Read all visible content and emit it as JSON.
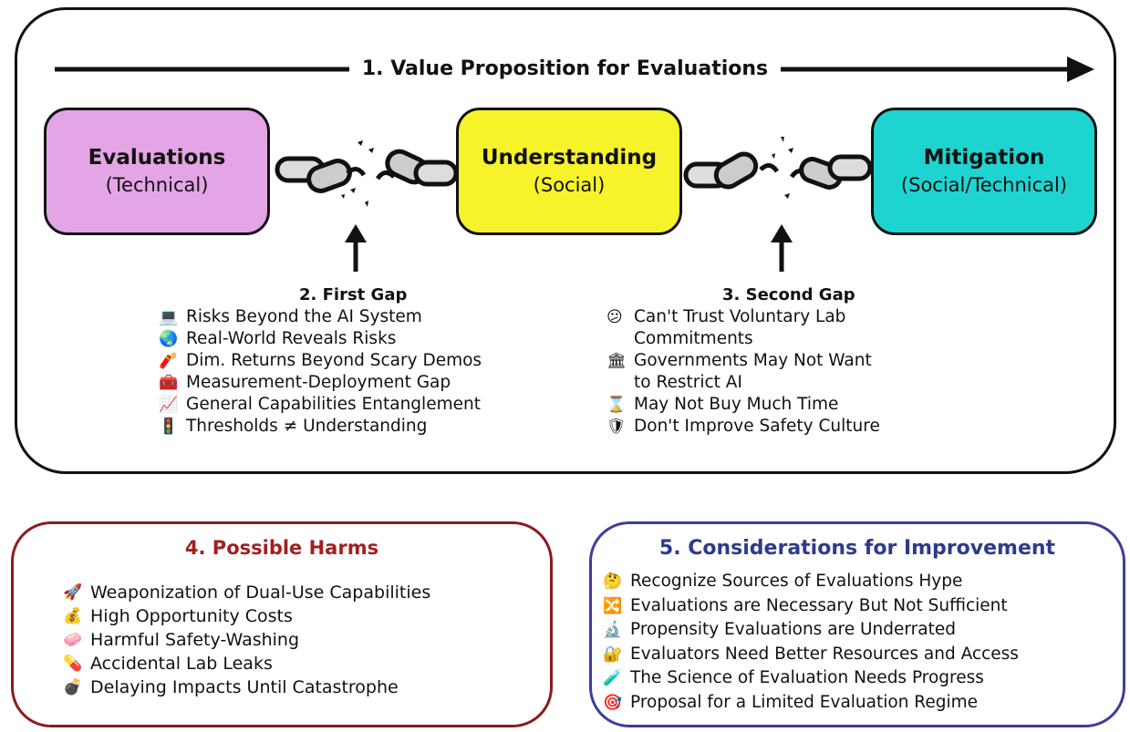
{
  "title": "1. Value Proposition for Evaluations",
  "boxes": {
    "evaluations": {
      "title": "Evaluations",
      "subtitle": "(Technical)",
      "color": "#e3a5e5"
    },
    "understanding": {
      "title": "Understanding",
      "subtitle": "(Social)",
      "color": "#f7f32b"
    },
    "mitigation": {
      "title": "Mitigation",
      "subtitle": "(Social/Technical)",
      "color": "#1ed4d1"
    }
  },
  "first_gap": {
    "title": "2. First Gap",
    "items": [
      {
        "icon": "laptop-icon",
        "glyph": "💻",
        "text": "Risks Beyond the AI System"
      },
      {
        "icon": "globe-icon",
        "glyph": "🌏",
        "text": "Real-World Reveals Risks"
      },
      {
        "icon": "dynamite-icon",
        "glyph": "🧨",
        "text": "Dim. Returns Beyond Scary Demos"
      },
      {
        "icon": "toolbox-icon",
        "glyph": "🧰",
        "text": "Measurement-Deployment Gap"
      },
      {
        "icon": "chart-increasing-icon",
        "glyph": "📈",
        "text": "General Capabilities Entanglement"
      },
      {
        "icon": "traffic-light-icon",
        "glyph": "🚦",
        "text": "Thresholds ≠ Understanding"
      }
    ]
  },
  "second_gap": {
    "title": "3. Second Gap",
    "items": [
      {
        "icon": "confused-face-icon",
        "glyph": "😕",
        "text": "Can't Trust Voluntary Lab",
        "cont": "Commitments"
      },
      {
        "icon": "government-building-icon",
        "glyph": "🏛",
        "text": "Governments May Not Want",
        "cont": "to Restrict AI"
      },
      {
        "icon": "hourglass-icon",
        "glyph": "⌛",
        "text": "May Not Buy Much Time"
      },
      {
        "icon": "shield-icon",
        "glyph": "🛡",
        "text": "Don't Improve Safety Culture"
      }
    ]
  },
  "harms": {
    "title": "4. Possible Harms",
    "border_color": "#8b1c1c",
    "items": [
      {
        "icon": "rocket-icon",
        "glyph": "🚀",
        "text": "Weaponization of Dual-Use Capabilities"
      },
      {
        "icon": "money-bag-icon",
        "glyph": "💰",
        "text": "High Opportunity Costs"
      },
      {
        "icon": "soap-icon",
        "glyph": "🧼",
        "text": "Harmful Safety-Washing"
      },
      {
        "icon": "capsule-icon",
        "glyph": "💊",
        "text": "Accidental Lab Leaks"
      },
      {
        "icon": "bomb-icon",
        "glyph": "💣",
        "text": "Delaying Impacts Until Catastrophe"
      }
    ]
  },
  "improvements": {
    "title": "5. Considerations for Improvement",
    "border_color": "#3c3d9c",
    "items": [
      {
        "icon": "thinking-face-icon",
        "glyph": "🤔",
        "text": "Recognize Sources of Evaluations Hype"
      },
      {
        "icon": "shuffle-icon",
        "glyph": "🔀",
        "text": "Evaluations are Necessary But Not Sufficient"
      },
      {
        "icon": "microscope-icon",
        "glyph": "🔬",
        "text": "Propensity Evaluations are Underrated"
      },
      {
        "icon": "lock-icon",
        "glyph": "🔐",
        "text": "Evaluators Need Better Resources and Access"
      },
      {
        "icon": "test-tube-icon",
        "glyph": "🧪",
        "text": "The Science of Evaluation Needs Progress"
      },
      {
        "icon": "target-icon",
        "glyph": "🎯",
        "text": "Proposal for a Limited Evaluation Regime"
      }
    ]
  }
}
